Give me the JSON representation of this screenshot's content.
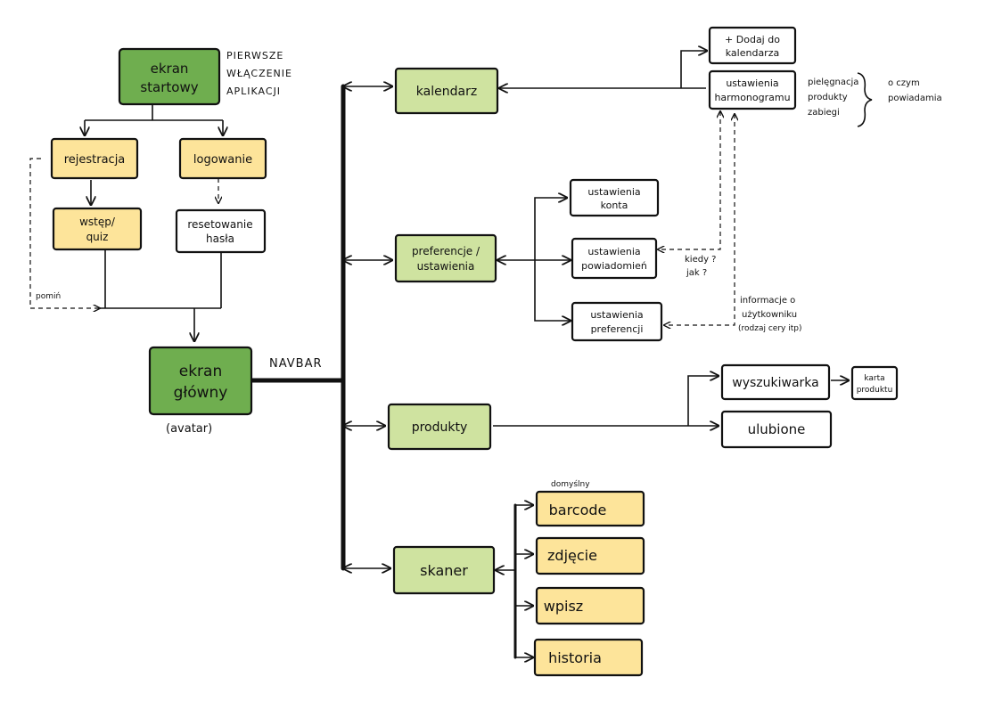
{
  "nodes": {
    "ekran_startowy": [
      "ekran",
      "startowy"
    ],
    "rejestracja": [
      "rejestracja"
    ],
    "logowanie": [
      "logowanie"
    ],
    "wstep_quiz": [
      "wstęp/",
      "quiz"
    ],
    "resetowanie_hasla": [
      "resetowanie",
      "hasła"
    ],
    "ekran_glowny": [
      "ekran",
      "główny"
    ],
    "kalendarz": [
      "kalendarz"
    ],
    "preferencje": [
      "preferencje /",
      "ustawienia"
    ],
    "produkty": [
      "produkty"
    ],
    "skaner": [
      "skaner"
    ],
    "dodaj_do_kalendarza": [
      "+ Dodaj do",
      "kalendarza"
    ],
    "ustawienia_harmonogramu": [
      "ustawienia",
      "harmonogramu"
    ],
    "ustawienia_konta": [
      "ustawienia",
      "konta"
    ],
    "ustawienia_powiadomien": [
      "ustawienia",
      "powiadomień"
    ],
    "ustawienia_preferencji": [
      "ustawienia",
      "preferencji"
    ],
    "wyszukiwarka": [
      "wyszukiwarka"
    ],
    "ulubione": [
      "ulubione"
    ],
    "karta_produktu": [
      "karta",
      "produktu"
    ],
    "barcode": [
      "barcode"
    ],
    "zdjecie": [
      "zdjęcie"
    ],
    "wpisz": [
      "wpisz"
    ],
    "historia": [
      "historia"
    ]
  },
  "notes": {
    "pierwsze": [
      "PIERWSZE",
      "WŁĄCZENIE",
      "APLIKACJI"
    ],
    "pomin": "pomiń",
    "avatar": "(avatar)",
    "navbar": "NAVBAR",
    "harmonogram_items": [
      "pielęgnacja",
      "produkty",
      "zabiegi"
    ],
    "o_czym": [
      "o czym",
      "powiadamia"
    ],
    "kiedy_jak": [
      "kiedy ?",
      "jak ?"
    ],
    "informacje": [
      "informacje o",
      "użytkowniku",
      "(rodzaj cery itp)"
    ],
    "domyslny": "domyślny"
  },
  "colors": {
    "dark_green": "#6fae4f",
    "light_green": "#cfe3a0",
    "yellow": "#fde49a",
    "stroke": "#111111"
  }
}
